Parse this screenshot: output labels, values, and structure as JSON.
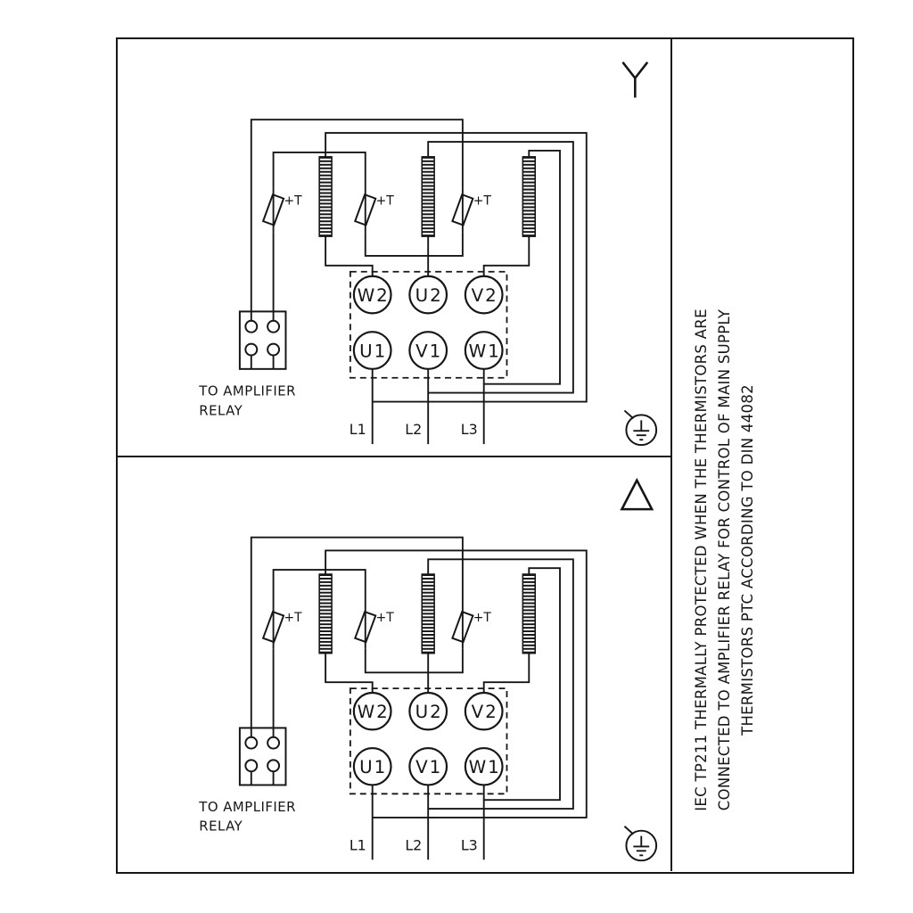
{
  "side_note": {
    "lines": [
      "IEC TP211 THERMALLY PROTECTED WHEN THE THERMISTORS ARE",
      "CONNECTED TO AMPLIFIER RELAY FOR CONTROL OF MAIN SUPPLY",
      "THERMISTORS PTC ACCORDING TO DIN 44082"
    ]
  },
  "panels": [
    {
      "connection": "star",
      "connection_symbol": "star-icon",
      "earth_symbol": "earth-icon",
      "thermistor_labels": [
        "+T",
        "+T",
        "+T"
      ],
      "relay_caption_line1": "TO AMPLIFIER",
      "relay_caption_line2": "RELAY",
      "terminal_top_row": [
        "W2",
        "U2",
        "V2"
      ],
      "terminal_bottom_row": [
        "U1",
        "V1",
        "W1"
      ],
      "supply_labels": [
        "L1",
        "L2",
        "L3"
      ]
    },
    {
      "connection": "delta",
      "connection_symbol": "delta-icon",
      "earth_symbol": "earth-icon",
      "thermistor_labels": [
        "+T",
        "+T",
        "+T"
      ],
      "relay_caption_line1": "TO AMPLIFIER",
      "relay_caption_line2": "RELAY",
      "terminal_top_row": [
        "W2",
        "U2",
        "V2"
      ],
      "terminal_bottom_row": [
        "U1",
        "V1",
        "W1"
      ],
      "supply_labels": [
        "L1",
        "L2",
        "L3"
      ]
    }
  ],
  "colors": {
    "ink": "#161616",
    "paper": "#ffffff"
  }
}
